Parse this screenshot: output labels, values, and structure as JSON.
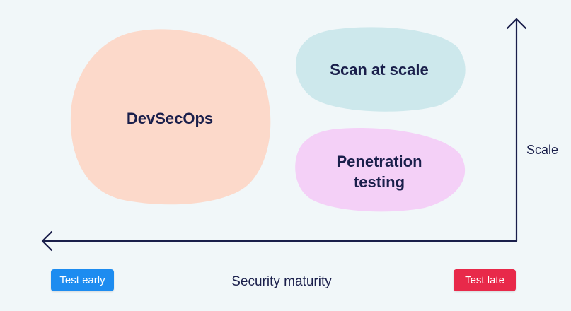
{
  "regions": {
    "devsecops": {
      "label": "DevSecOps",
      "color": "#fcd9ca"
    },
    "scan_at_scale": {
      "label": "Scan at scale",
      "color": "#cde8ec"
    },
    "penetration_testing": {
      "label_line1": "Penetration",
      "label_line2": "testing",
      "color": "#f4d0f7"
    }
  },
  "axes": {
    "vertical_label": "Scale",
    "horizontal_label": "Security maturity",
    "axis_color": "#1a1f4b"
  },
  "badges": {
    "early": {
      "label": "Test early",
      "color": "#1d8cf0"
    },
    "late": {
      "label": "Test late",
      "color": "#e8294a"
    }
  }
}
